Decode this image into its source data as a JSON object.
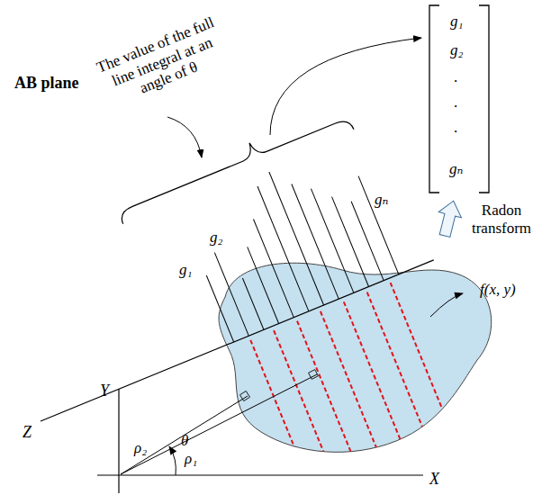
{
  "diagram": {
    "labels": [
      "AB plane",
      "The value of the full line integral at an angle of θ",
      "g₁",
      "g₂",
      ".",
      ".",
      ".",
      "gₙ",
      "g₁",
      "g₂",
      "gₙ",
      "Radon transform",
      "f(x, y)",
      "Z",
      "Y",
      "X",
      "ρ₂",
      "ρ₁",
      "θ"
    ]
  }
}
